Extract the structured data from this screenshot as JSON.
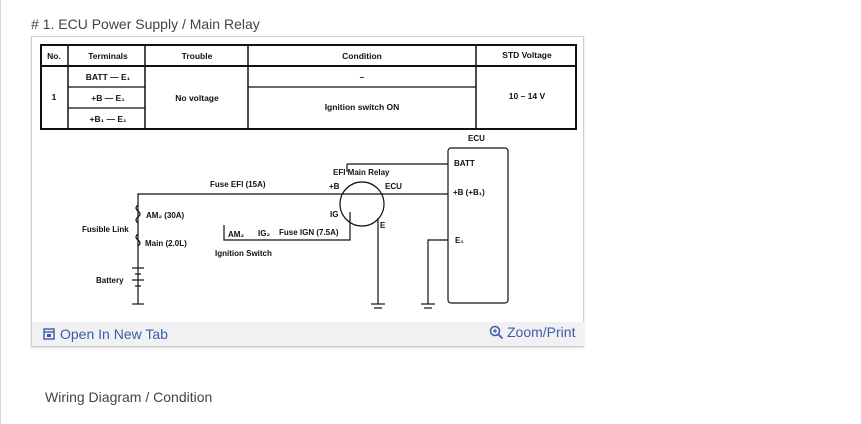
{
  "page": {
    "heading": "# 1. ECU Power Supply / Main Relay",
    "caption": "Wiring Diagram / Condition"
  },
  "figure": {
    "open_new_tab": "Open In New Tab",
    "zoom_print": "Zoom/Print",
    "link_color": "#3b5da8",
    "table": {
      "headers": [
        "No.",
        "Terminals",
        "Trouble",
        "Condition",
        "STD Voltage"
      ],
      "no": "1",
      "terminals": [
        "BATT — E₁",
        "+B — E₁",
        "+B₁ — E₁"
      ],
      "trouble": "No voltage",
      "condition_row1": "–",
      "condition_row2": "Ignition switch ON",
      "std_voltage": "10 – 14 V"
    },
    "diagram": {
      "ecu": "ECU",
      "batt": "BATT",
      "b_b1": "+B (+B₁)",
      "e1": "E₁",
      "efi_main_relay": "EFI Main Relay",
      "relay_b": "+B",
      "relay_ecu": "ECU",
      "relay_ig": "IG",
      "relay_e": "E",
      "fuse_efi": "Fuse EFI (15A)",
      "am2_30a": "AM₂ (30A)",
      "main_20l": "Main (2.0L)",
      "fusible_link": "Fusible Link",
      "battery": "Battery",
      "am2": "AM₂",
      "ig2": "IG₂",
      "fuse_ign": "Fuse IGN (7.5A)",
      "ignition_switch": "Ignition Switch"
    }
  }
}
